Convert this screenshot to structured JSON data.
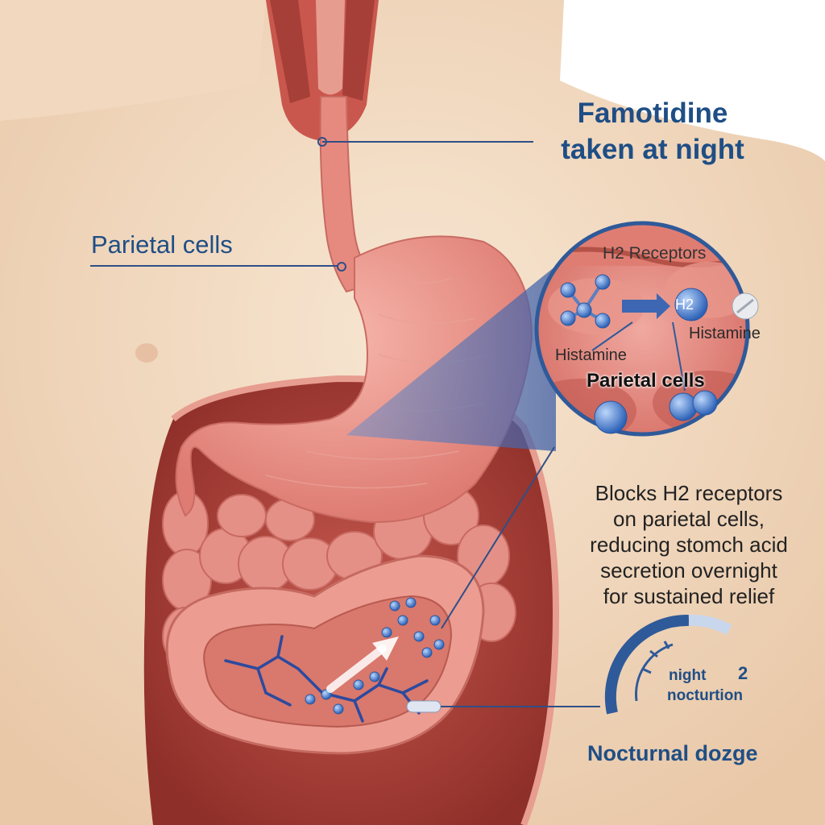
{
  "title_lines": [
    "Famotidine",
    "taken at night"
  ],
  "left_label": "Parietal cells",
  "zoom": {
    "receptor_label": "H2 Receptors",
    "histamine_right": "Histamine",
    "histamine_left": "Histamine",
    "cells_label": "Parietal cells",
    "receptor_badge": "H2"
  },
  "description_lines": [
    "Blocks H2 receptors",
    "on parietal cells,",
    "reducing stomch acid",
    "secretion overnight",
    "for sustained relief"
  ],
  "clock": {
    "line1": "night",
    "number": "2",
    "line2": "nocturtion"
  },
  "footer_label": "Nocturnal dozge",
  "colors": {
    "label_blue": "#1f4e85",
    "skin": "#f3dcc3",
    "tissue": "#e6837a",
    "molecule": "#4f86d4"
  }
}
